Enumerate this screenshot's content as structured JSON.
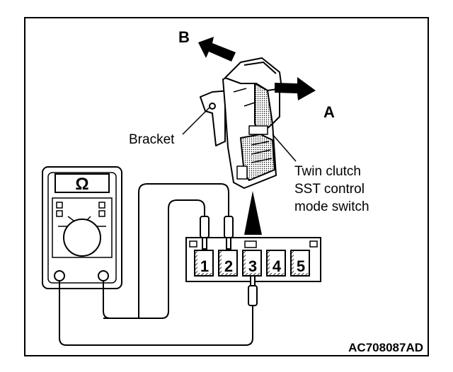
{
  "labels": {
    "arrow_b": "B",
    "arrow_a": "A",
    "bracket": "Bracket",
    "switch_line1": "Twin clutch",
    "switch_line2": "SST control",
    "switch_line3": "mode switch",
    "figure_code": "AC708087AD"
  },
  "ohmmeter": {
    "symbol": "Ω"
  },
  "connector": {
    "pins": [
      "1",
      "2",
      "3",
      "4",
      "5"
    ]
  },
  "colors": {
    "line": "#000000",
    "background": "#ffffff"
  }
}
